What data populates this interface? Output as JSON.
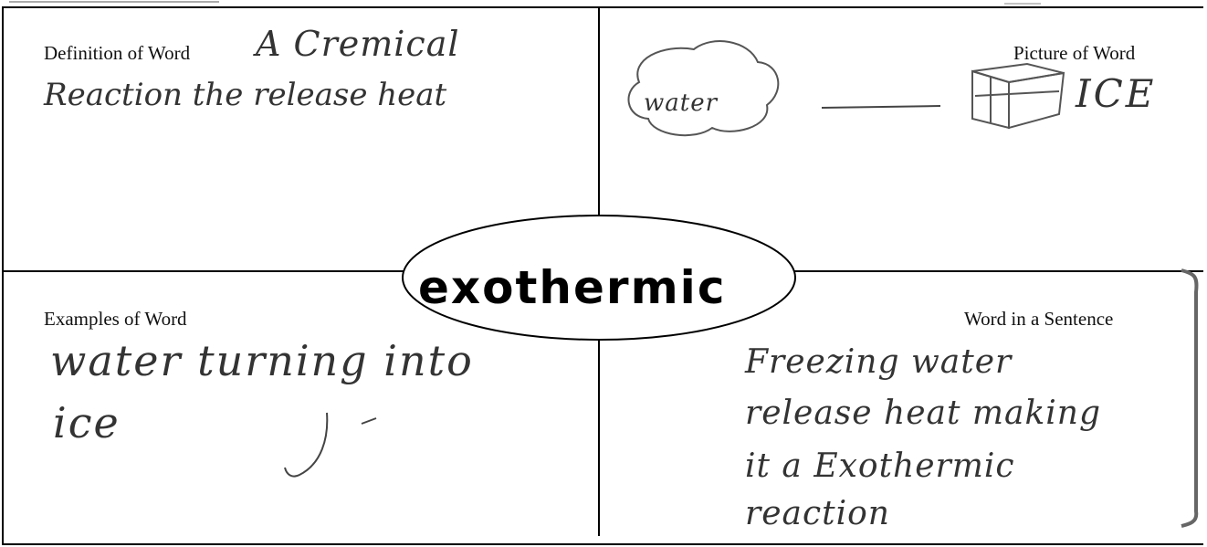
{
  "center_word": "exothermic",
  "quadrants": {
    "definition": {
      "label": "Definition of Word",
      "handwriting": [
        "A Cremical",
        "Reaction the release heat"
      ]
    },
    "picture": {
      "label": "Picture of Word",
      "drawing_labels": {
        "left": "water",
        "right": "ICE"
      }
    },
    "examples": {
      "label": "Examples of Word",
      "handwriting": [
        "water turning into",
        "ice"
      ]
    },
    "sentence": {
      "label": "Word in a Sentence",
      "handwriting": [
        "Freezing water",
        "release heat making",
        "it a Exothermic",
        "reaction"
      ]
    }
  }
}
